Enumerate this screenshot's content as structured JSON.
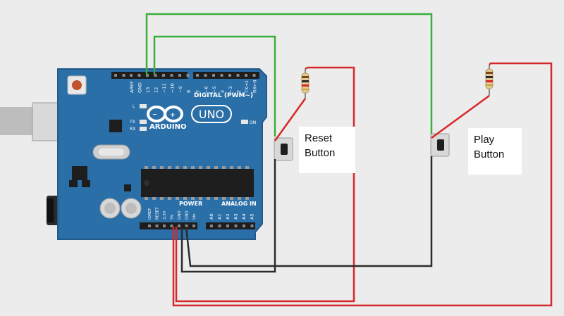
{
  "board": {
    "header_pins_left": [
      "AREF",
      "GND",
      "13",
      "12",
      "~11",
      "~10",
      "~9",
      "8"
    ],
    "header_pins_right": [
      "7",
      "~6",
      "~5",
      "4",
      "~3",
      "2",
      "TX→1",
      "RX←0"
    ],
    "digital_label": "DIGITAL (PWM~)",
    "logo_text": "ARDUINO",
    "model_text": "UNO",
    "on_label": "ON",
    "led_l": "L",
    "led_tx": "TX",
    "led_rx": "RX",
    "power_label": "POWER",
    "analog_label": "ANALOG IN",
    "power_pins": [
      "IOREF",
      "RESET",
      "3.3V",
      "5V",
      "GND",
      "GND",
      "Vin"
    ],
    "analog_pins": [
      "A0",
      "A1",
      "A2",
      "A3",
      "A4",
      "A5"
    ]
  },
  "labels": {
    "reset_line1": "Reset",
    "reset_line2": "Button",
    "play_line1": "Play",
    "play_line2": "Button"
  },
  "colors": {
    "background": "#ececec",
    "board_blue": "#2b6fa8",
    "wire_green": "#3aae3a",
    "wire_red": "#d6282b",
    "wire_black": "#2b2b2b"
  }
}
